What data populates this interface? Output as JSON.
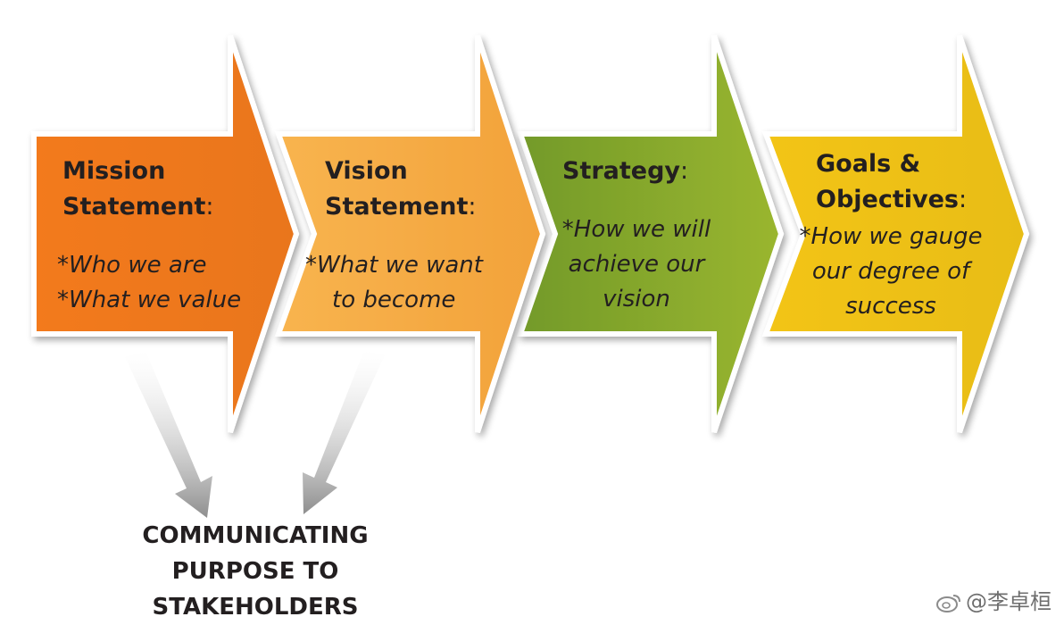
{
  "steps": [
    {
      "title_lines": [
        "Mission",
        "Statement:"
      ],
      "desc_lines": [
        "*Who we are",
        "*What we value"
      ],
      "color": "#f0842a"
    },
    {
      "title_lines": [
        "Vision",
        "Statement:"
      ],
      "desc_lines": [
        "*What we want",
        "to become"
      ],
      "color": "#f5ad4c"
    },
    {
      "title_lines": [
        "Strategy:"
      ],
      "desc_lines": [
        "*How we will",
        "achieve our",
        "vision"
      ],
      "color": "#8bac2c"
    },
    {
      "title_lines": [
        "Goals &",
        "Objectives:"
      ],
      "desc_lines": [
        "*How we gauge",
        "our degree of",
        "success"
      ],
      "color": "#f0c318"
    }
  ],
  "bottom_label_lines": [
    "COMMUNICATING",
    "PURPOSE TO",
    "STAKEHOLDERS"
  ],
  "watermark": "@李卓桓",
  "colors": {
    "pointer_arrow": "#9a9a9a",
    "text": "#231f20"
  }
}
